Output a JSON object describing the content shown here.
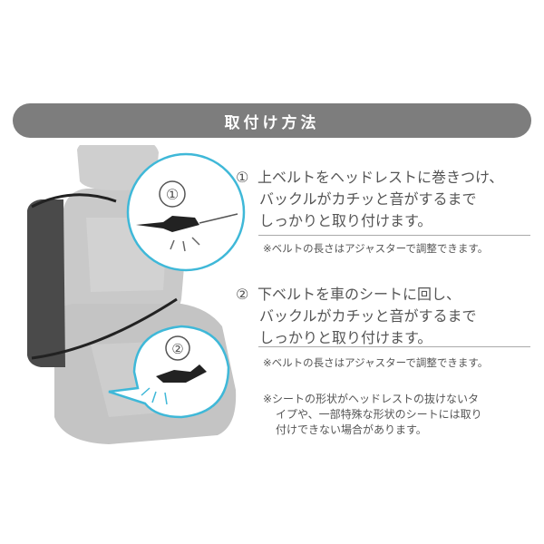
{
  "title": "取付け方法",
  "steps": [
    {
      "number": "①",
      "lines": [
        "上ベルトをヘッドレストに巻きつけ、",
        "バックルがカチッと音がするまで",
        "しっかりと取り付けます。"
      ],
      "note": "※ベルトの長さはアジャスターで調整できます。"
    },
    {
      "number": "②",
      "lines": [
        "下ベルトを車のシートに回し、",
        "バックルがカチッと音がするまで",
        "しっかりと取り付けます。"
      ],
      "note": "※ベルトの長さはアジャスターで調整できます。"
    }
  ],
  "caution": {
    "lines": [
      "※シートの形状がヘッドレストの抜けないタ",
      "イプや、一部特殊な形状のシートには取り",
      "付けできない場合があります。"
    ]
  },
  "callouts": [
    {
      "label": "①",
      "icon": "buckle-icon"
    },
    {
      "label": "②",
      "icon": "buckle-icon"
    }
  ],
  "colors": {
    "title_bar": "#7d7d7d",
    "accent": "#3fb8d8",
    "seat": "#c9c9c9",
    "cover": "#4a4a4a"
  }
}
